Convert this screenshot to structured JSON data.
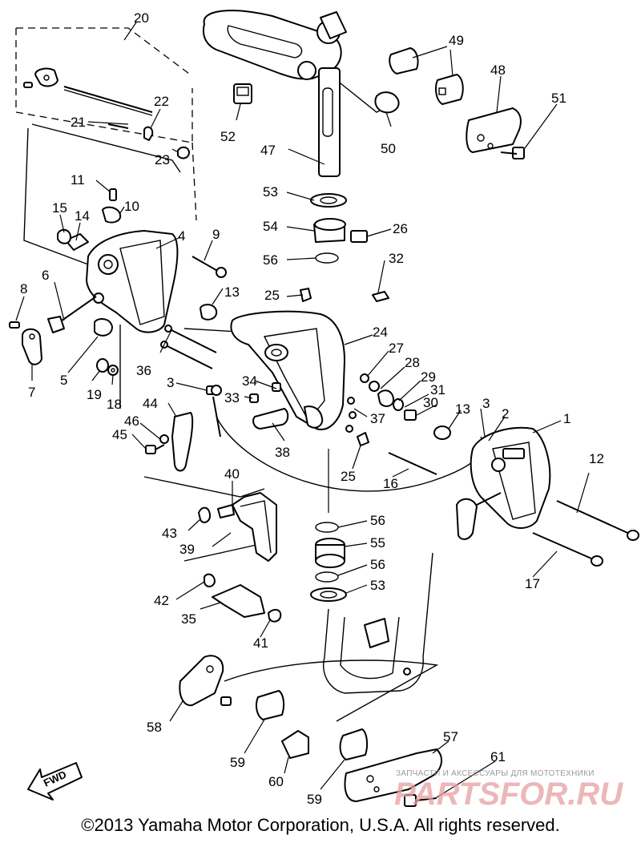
{
  "diagram": {
    "callouts": [
      "1",
      "2",
      "3",
      "3",
      "4",
      "5",
      "6",
      "7",
      "8",
      "9",
      "10",
      "11",
      "12",
      "13",
      "13",
      "14",
      "15",
      "16",
      "17",
      "18",
      "19",
      "20",
      "21",
      "22",
      "23",
      "24",
      "25",
      "25",
      "26",
      "27",
      "28",
      "29",
      "30",
      "31",
      "32",
      "33",
      "34",
      "35",
      "36",
      "37",
      "38",
      "39",
      "40",
      "41",
      "42",
      "43",
      "44",
      "45",
      "46",
      "47",
      "48",
      "49",
      "50",
      "51",
      "52",
      "53",
      "53",
      "54",
      "55",
      "56",
      "56",
      "56",
      "57",
      "58",
      "59",
      "59",
      "60",
      "61"
    ],
    "fwd_label": "FWD"
  },
  "watermark": {
    "caption": "ЗАПЧАСТИ И АКСЕССУАРЫ ДЛЯ МОТОТЕХНИКИ",
    "brand": "PARTSFOR.RU"
  },
  "footer": {
    "copyright": "©2013 Yamaha Motor Corporation, U.S.A. All rights reserved."
  }
}
